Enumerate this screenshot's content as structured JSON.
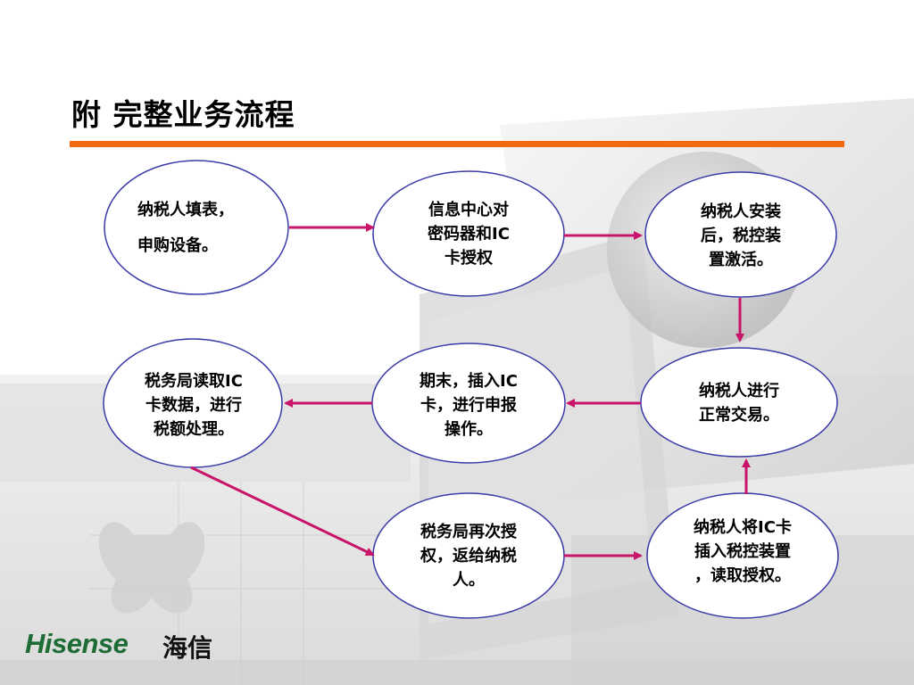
{
  "slide": {
    "title": "附 完整业务流程",
    "accent_color": "#f26a10",
    "arrow_color": "#c8156a",
    "node_border_color": "#3a3aa8"
  },
  "nodes": {
    "apply": {
      "text": "纳税人填表，\n申购设备。"
    },
    "authorize": {
      "text": "信息中心对\n密码器和IC\n卡授权"
    },
    "install": {
      "text": "纳税人安装\n后，税控装\n置激活。"
    },
    "trade": {
      "text": "纳税人进行\n正常交易。"
    },
    "declare": {
      "text": "期末，插入IC\n卡，进行申报\n操作。"
    },
    "process": {
      "text": "税务局读取IC\n卡数据，进行\n税额处理。"
    },
    "reauthorize": {
      "text": "税务局再次授\n权，返给纳税\n人。"
    },
    "read_auth": {
      "text": "纳税人将IC卡\n插入税控装置\n，读取授权。"
    }
  },
  "footer": {
    "logo_text": "Hisense",
    "logo_cn": "海信",
    "logo_color": "#1d6b35"
  }
}
